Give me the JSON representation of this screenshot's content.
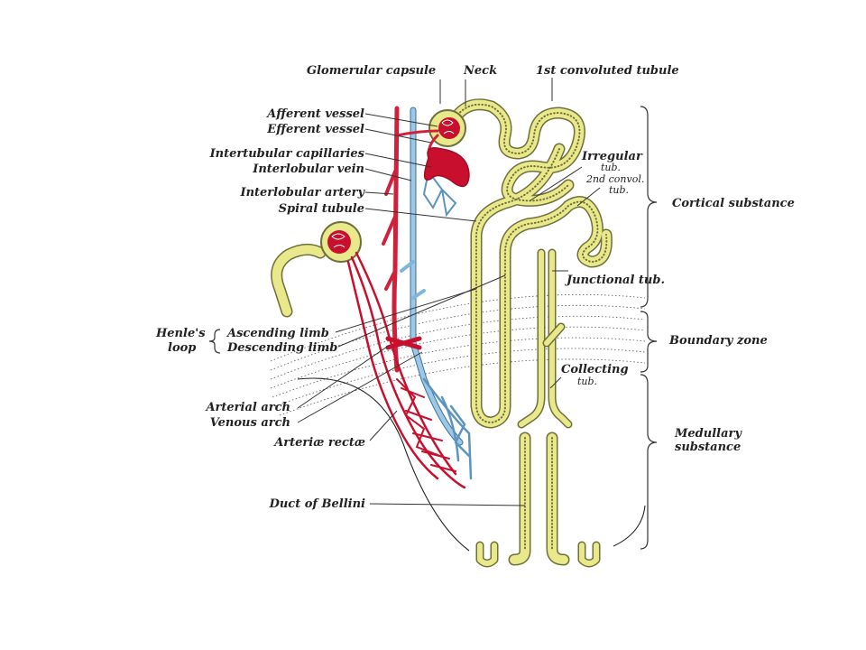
{
  "colors": {
    "tubule_fill": "#e9e98c",
    "tubule_edge": "#6f6f3a",
    "artery": "#d0213b",
    "vein": "#7fb6dc",
    "capillary": "#c8102e"
  },
  "labels": {
    "glomerular_capsule": "Glomerular capsule",
    "neck": "Neck",
    "first_convoluted_tubule": "1st convoluted tubule",
    "afferent_vessel": "Afferent vessel",
    "efferent_vessel": "Efferent vessel",
    "intertubular_capillaries": "Intertubular capillaries",
    "interlobular_vein": "Interlobular vein",
    "interlobular_artery": "Interlobular artery",
    "spiral_tubule": "Spiral tubule",
    "irregular_tub_1": "Irregular",
    "irregular_tub_2": "tub.",
    "second_convol_1": "2nd convol.",
    "second_convol_2": "tub.",
    "cortical_substance": "Cortical substance",
    "junctional_tub": "Junctional tub.",
    "henles_1": "Henle's",
    "henles_2": "loop",
    "ascending_limb": "Ascending limb",
    "descending_limb": "Descending limb",
    "boundary_zone": "Boundary zone",
    "collecting_tub_1": "Collecting",
    "collecting_tub_2": "tub.",
    "arterial_arch": "Arterial arch",
    "venous_arch": "Venous arch",
    "arteriae_rectae": "Arteriæ rectæ",
    "medullary_1": "Medullary",
    "medullary_2": "substance",
    "duct_of_bellini": "Duct of Bellini"
  }
}
